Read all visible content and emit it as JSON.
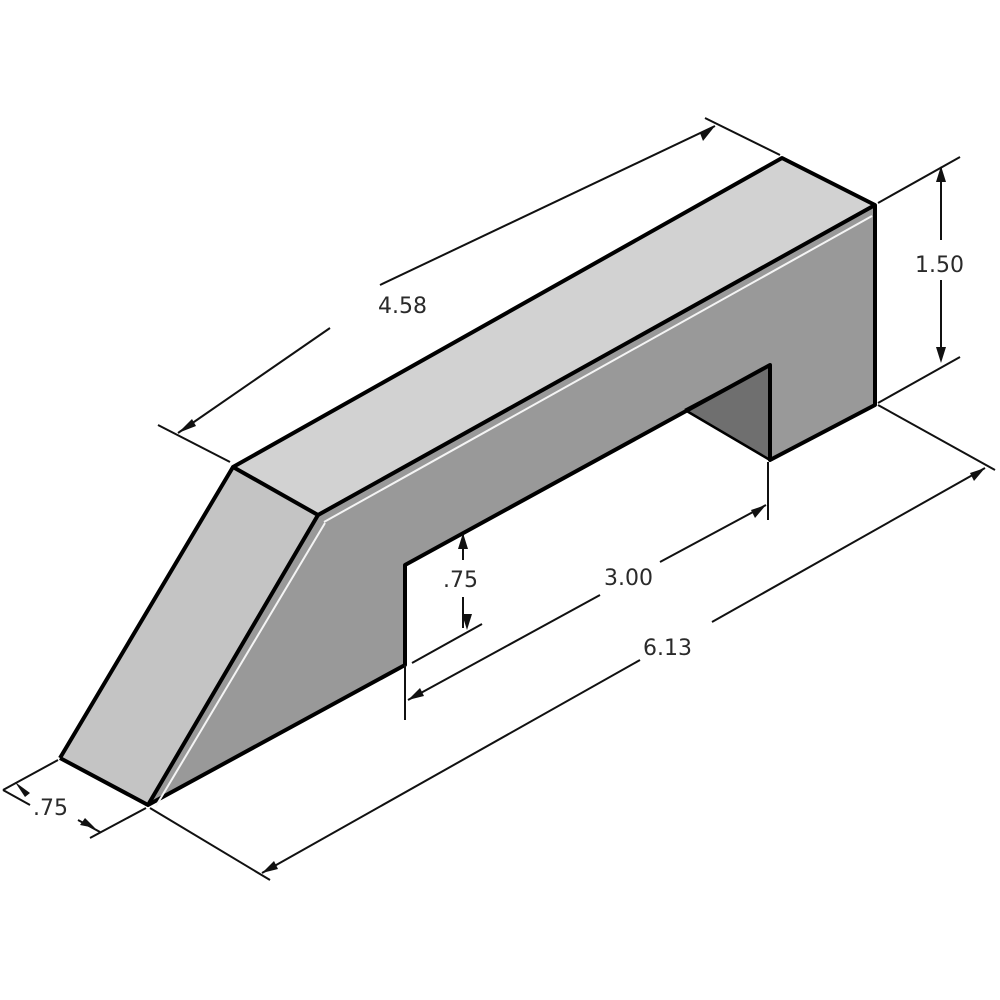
{
  "drawing": {
    "type": "isometric part drawing",
    "part": "angled bar with rectangular notch",
    "colors": {
      "top_face": "#d2d2d2",
      "sloped_face": "#c4c4c4",
      "front_face": "#999999",
      "notch_inner": "#6f6f6f",
      "end_face": "#8e8e8e",
      "edge": "#000000",
      "background": "#ffffff"
    },
    "dimensions": {
      "top_length": "4.58",
      "height": "1.50",
      "notch_depth": ".75",
      "notch_length": "3.00",
      "overall_length": "6.13",
      "thickness": ".75"
    }
  }
}
